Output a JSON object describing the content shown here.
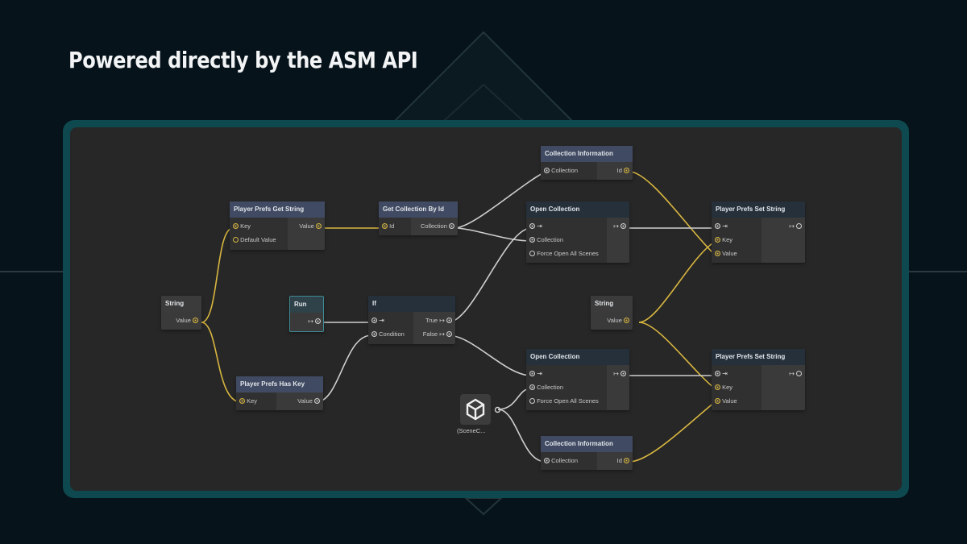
{
  "title": "Powered directly by the ASM API",
  "colors": {
    "value_wire": "#d8b640",
    "flow_wire": "#cfcfcf",
    "frame": "#0f4950",
    "canvas": "#272727",
    "background": "#07131a"
  },
  "icons": {
    "entry_port": "enter-arrow-icon",
    "exit_port": "exit-arrow-icon",
    "scene_asset": "unity-cube-icon"
  },
  "nodes": {
    "collection_info_top": {
      "title": "Collection Information",
      "in_label": "Collection",
      "out_label": "Id"
    },
    "pp_get_string": {
      "title": "Player Prefs Get String",
      "in_key": "Key",
      "in_default": "Default Value",
      "out_value": "Value"
    },
    "get_collection_by_id": {
      "title": "Get Collection By Id",
      "in_id": "Id",
      "out_collection": "Collection"
    },
    "open_collection_top": {
      "title": "Open Collection",
      "in_collection": "Collection",
      "in_force": "Force Open All Scenes"
    },
    "pp_set_string_top": {
      "title": "Player Prefs Set String",
      "in_key": "Key",
      "in_value": "Value"
    },
    "string_left": {
      "title": "String",
      "out_value": "Value"
    },
    "run": {
      "title": "Run"
    },
    "if_node": {
      "title": "If",
      "in_condition": "Condition",
      "out_true": "True",
      "out_false": "False"
    },
    "string_right": {
      "title": "String",
      "out_value": "Value"
    },
    "pp_has_key": {
      "title": "Player Prefs Has Key",
      "in_key": "Key",
      "out_value": "Value"
    },
    "open_collection_bottom": {
      "title": "Open Collection",
      "in_collection": "Collection",
      "in_force": "Force Open All Scenes"
    },
    "pp_set_string_bottom": {
      "title": "Player Prefs Set String",
      "in_key": "Key",
      "in_value": "Value"
    },
    "collection_info_bottom": {
      "title": "Collection Information",
      "in_label": "Collection",
      "out_label": "Id"
    },
    "scene_asset": {
      "label": "(SceneC..."
    }
  }
}
